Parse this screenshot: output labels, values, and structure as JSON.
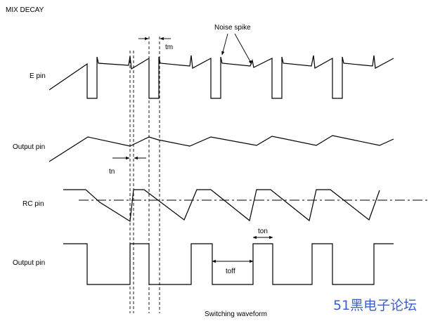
{
  "diagram": {
    "title": "MIX DECAY",
    "caption": "Switching waveform",
    "watermark": "51黑电子论坛",
    "signals": [
      {
        "id": "e-pin",
        "label": "E pin"
      },
      {
        "id": "output-pin-1",
        "label": "Output pin"
      },
      {
        "id": "rc-pin",
        "label": "RC pin"
      },
      {
        "id": "output-pin-2",
        "label": "Output pin"
      }
    ],
    "annotations": {
      "noise_spike": "Noise spike",
      "tm": "tm",
      "tn": "tn",
      "ton": "ton",
      "toff": "toff"
    }
  }
}
